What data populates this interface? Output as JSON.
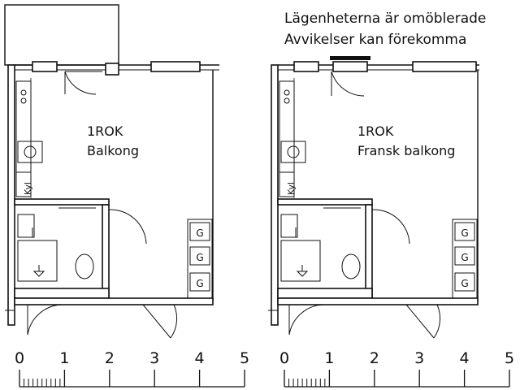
{
  "notes": {
    "line1": "Lägenheterna är omöblerade",
    "line2": "Avvikelser kan förekomma"
  },
  "plans": [
    {
      "room_label": "1ROK",
      "balcony_label": "Balkong",
      "fridge_label": "Kyl",
      "closet_labels": [
        "G",
        "G",
        "G"
      ],
      "scale_labels": [
        "0",
        "1",
        "2",
        "3",
        "4",
        "5"
      ]
    },
    {
      "room_label": "1ROK",
      "balcony_label": "Fransk balkong",
      "fridge_label": "Kyl",
      "closet_labels": [
        "G",
        "G",
        "G"
      ],
      "scale_labels": [
        "0",
        "1",
        "2",
        "3",
        "4",
        "5"
      ]
    }
  ]
}
